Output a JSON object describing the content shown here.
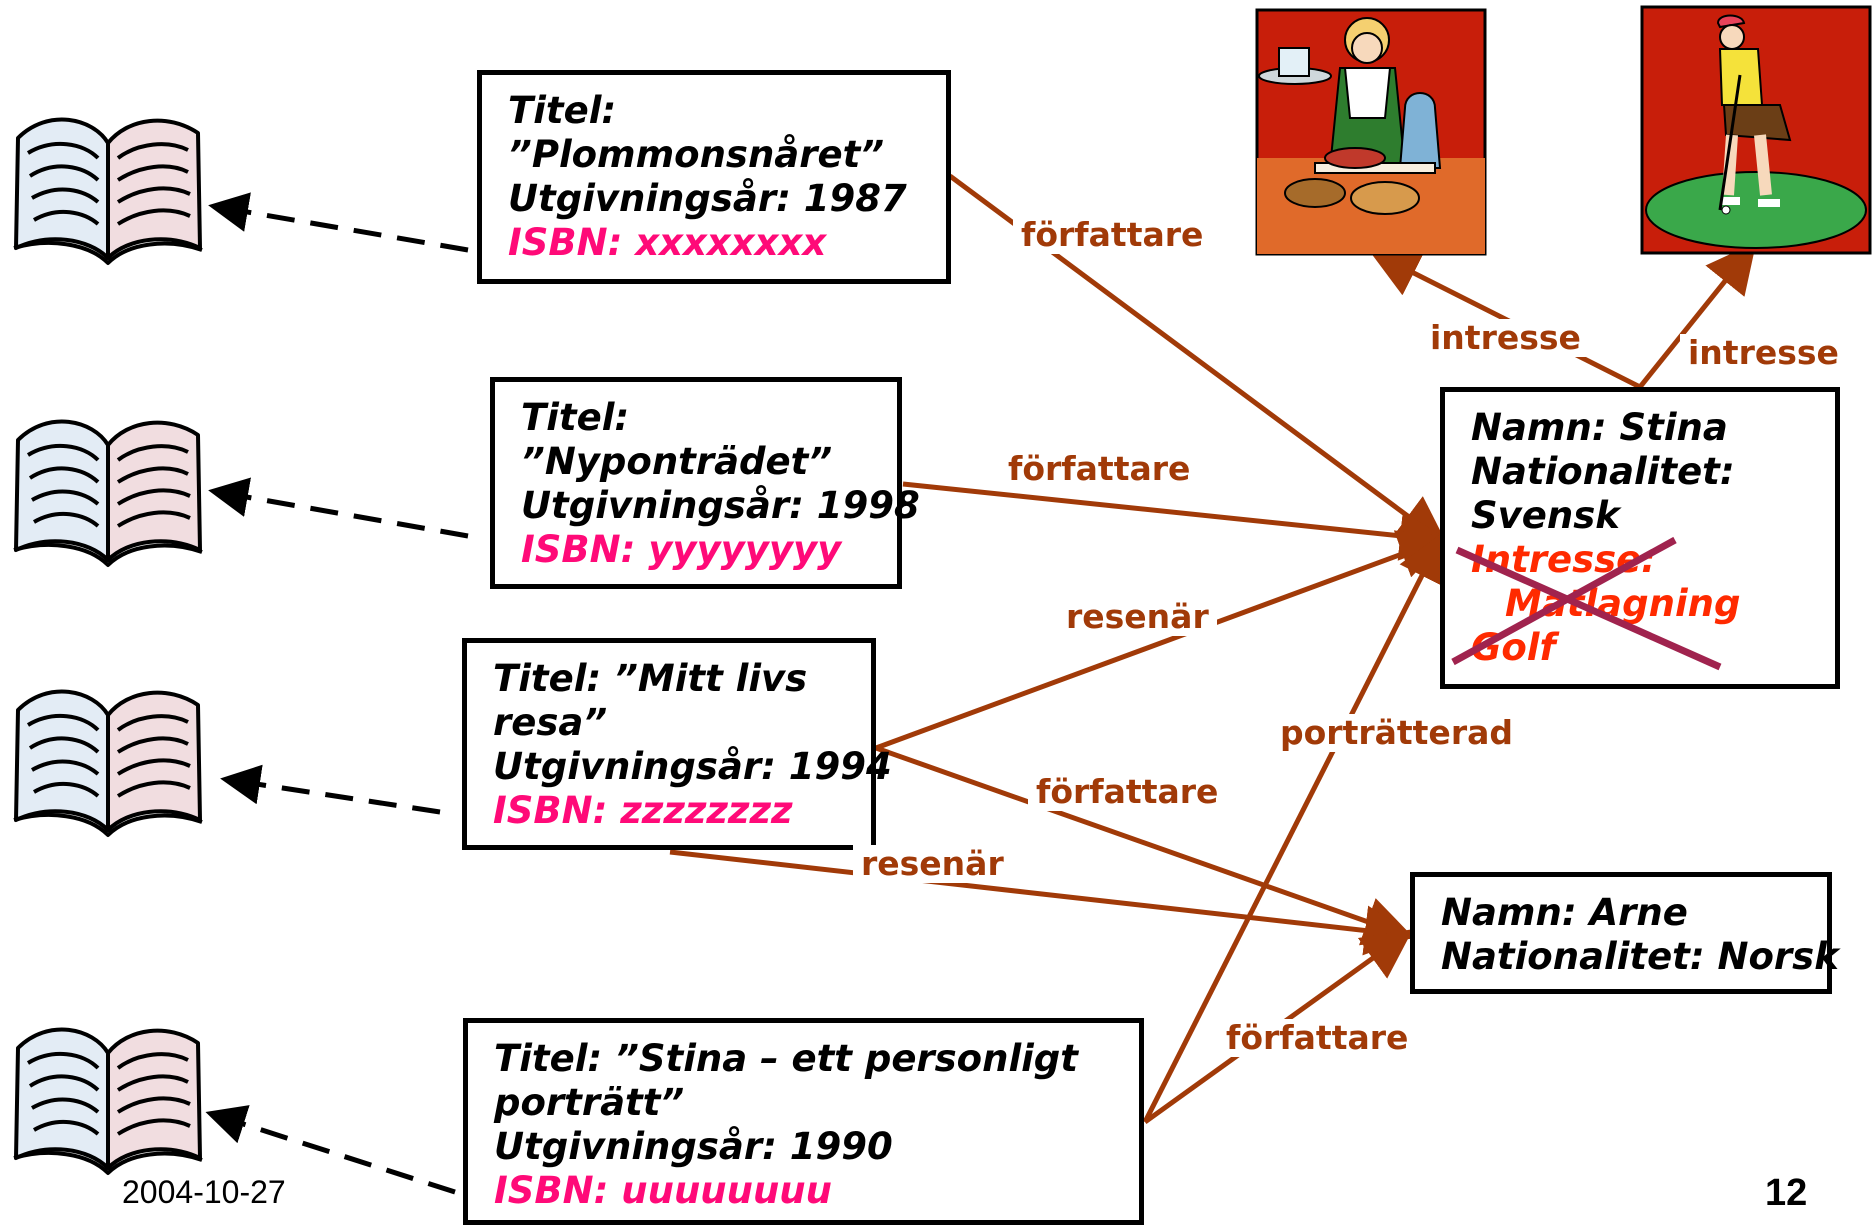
{
  "books": [
    {
      "title_label": "Titel:",
      "title": "”Plommonsnåret”",
      "year_line": "Utgivningsår: 1987",
      "isbn": "ISBN: xxxxxxxx"
    },
    {
      "title_label": "Titel:",
      "title": "”Nyponträdet”",
      "year_line": "Utgivningsår: 1998",
      "isbn": "ISBN: yyyyyyyy"
    },
    {
      "title_line1": "Titel: ”Mitt livs",
      "title_line2": "resa”",
      "year_line": "Utgivningsår: 1994",
      "isbn": "ISBN: zzzzzzzz"
    },
    {
      "title_line1": "Titel: ”Stina – ett personligt",
      "title_line2": "porträtt”",
      "year_line": "Utgivningsår: 1990",
      "isbn": "ISBN: uuuuuuuu"
    }
  ],
  "persons": [
    {
      "name": "Namn: Stina",
      "nationality_label": "Nationalitet:",
      "nationality": "Svensk",
      "interest_label": "Intresse:",
      "interests": [
        "Matlagning",
        "Golf"
      ]
    },
    {
      "name": "Namn: Arne",
      "nationality": "Nationalitet: Norsk"
    }
  ],
  "relations": {
    "forfattare": "författare",
    "resenar": "resenär",
    "intresse": "intresse",
    "portratterad": "porträtterad"
  },
  "icons": {
    "book": "open-book-icon",
    "cooking": "cooking-clipart",
    "golf": "golf-clipart"
  },
  "colors": {
    "relation": "#a13a08",
    "isbn": "#ff0a78",
    "interest": "#ff2a00",
    "cross": "#a0234e"
  },
  "footer": {
    "date": "2004-10-27",
    "page": "12"
  }
}
